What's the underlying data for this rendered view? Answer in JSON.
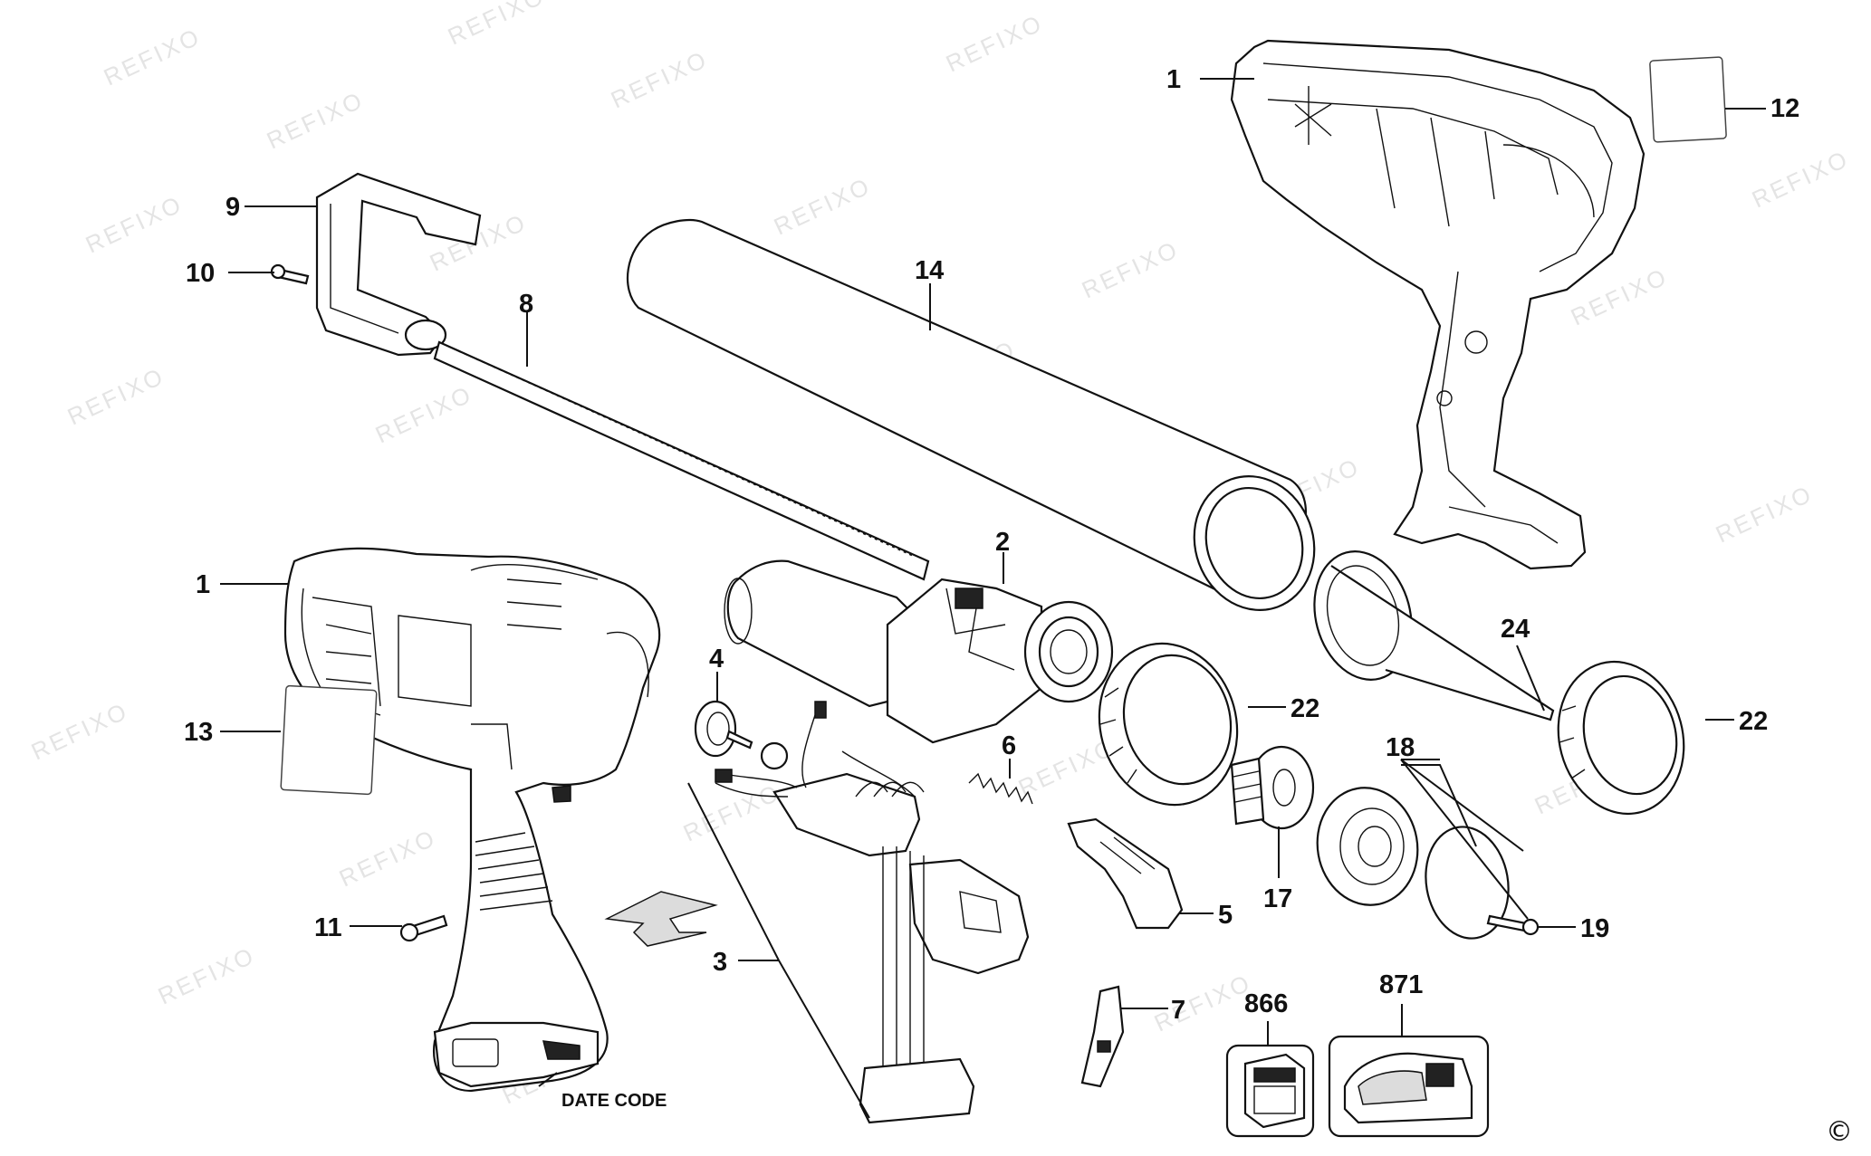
{
  "watermark": "REFIXO",
  "callouts": {
    "c1_top": "1",
    "c12": "12",
    "c9": "9",
    "c10": "10",
    "c8": "8",
    "c14": "14",
    "c1_left": "1",
    "c2": "2",
    "c13": "13",
    "c4": "4",
    "c6": "6",
    "c22_mid": "22",
    "c24": "24",
    "c22_right": "22",
    "c18": "18",
    "c17": "17",
    "c5": "5",
    "c19": "19",
    "c11": "11",
    "c3": "3",
    "c7": "7",
    "c866": "866",
    "c871": "871"
  },
  "date_code": "DATE CODE",
  "copyright": "©",
  "icons": {
    "battery": "battery-icon",
    "charger": "charger-icon"
  }
}
